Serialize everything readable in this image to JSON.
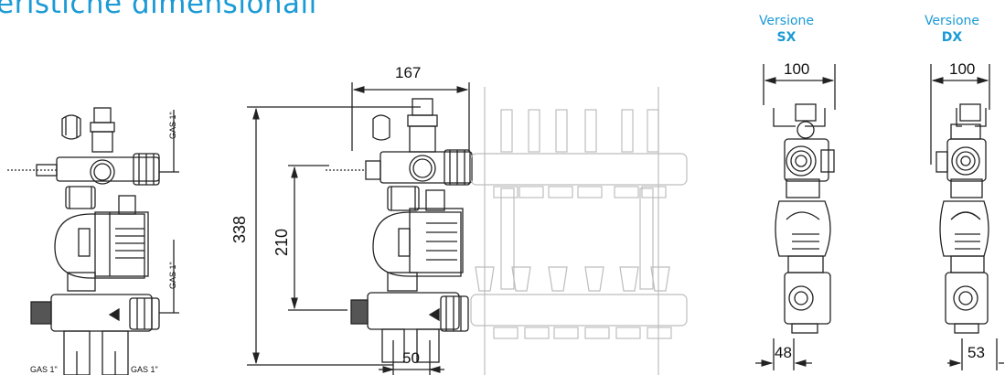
{
  "title": "eristiche dimensionali",
  "versions": [
    {
      "label": "Versione",
      "side": "SX"
    },
    {
      "label": "Versione",
      "side": "DX"
    }
  ],
  "dimensions": {
    "width_top": "167",
    "height_total": "338",
    "height_inner": "210",
    "bottom_gap": "50",
    "sx_width": "100",
    "dx_width": "100",
    "sx_bottom": "48",
    "dx_bottom": "53"
  },
  "gas_labels": {
    "gas_top": "GAS 1\"",
    "gas_mid": "GAS 1\"",
    "gas_bottom_left": "GAS 1\"",
    "gas_bottom_right": "GAS 1\""
  },
  "colors": {
    "accent": "#1a9ad6",
    "line": "#222222",
    "ghost": "#c8c8c8"
  }
}
